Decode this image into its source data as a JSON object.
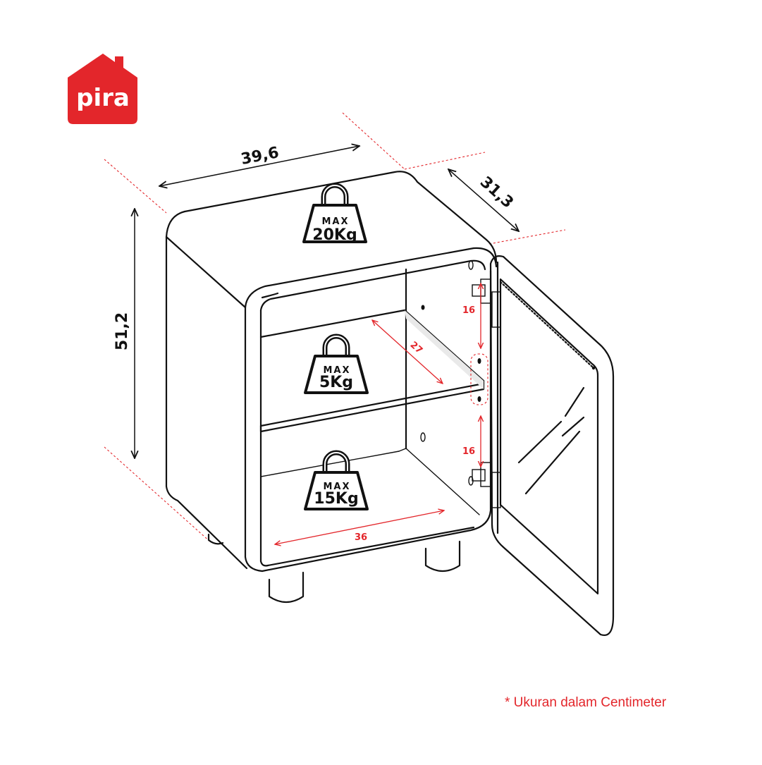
{
  "brand": {
    "logo_text": "pira",
    "color": "#e3262b"
  },
  "dimensions": {
    "width": "39,6",
    "depth": "31,3",
    "height": "51,2",
    "shelf_depth": "27",
    "inner_width": "36",
    "hinge_spacing_top": "16",
    "hinge_spacing_bottom": "16"
  },
  "weights": {
    "max_label": "MAX",
    "top": "20Kg",
    "shelf": "5Kg",
    "bottom": "15Kg"
  },
  "footnote": "* Ukuran dalam Centimeter",
  "colors": {
    "line": "#111111",
    "accent_red": "#e3262b",
    "background": "#ffffff"
  }
}
